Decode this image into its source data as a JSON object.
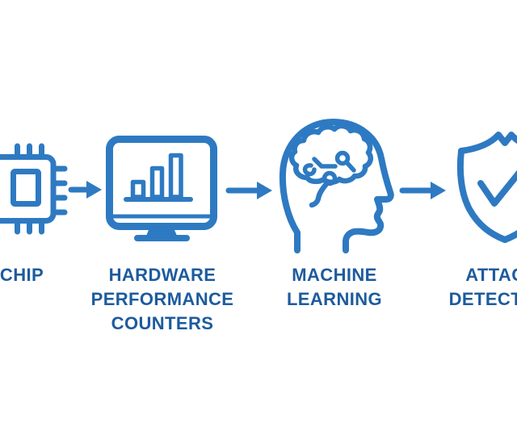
{
  "colors": {
    "icon_blue": "#2E7AC2",
    "text_blue": "#1D5B9E",
    "background": "#FFFFFF"
  },
  "diagram": {
    "type": "process-flow",
    "flow_direction": "left-to-right",
    "connector": "arrow-right",
    "steps": [
      {
        "id": "chip",
        "icon": "chip-icon",
        "label_lines": [
          "CHIP"
        ]
      },
      {
        "id": "hardware-performance-counters",
        "icon": "monitor-bar-chart-icon",
        "label_lines": [
          "HARDWARE",
          "PERFORMANCE",
          "COUNTERS"
        ]
      },
      {
        "id": "machine-learning",
        "icon": "head-brain-icon",
        "label_lines": [
          "MACHINE",
          "LEARNING"
        ]
      },
      {
        "id": "attack-detection",
        "icon": "shield-check-icon",
        "label_lines": [
          "ATTACK",
          "DETECTION"
        ]
      }
    ]
  }
}
